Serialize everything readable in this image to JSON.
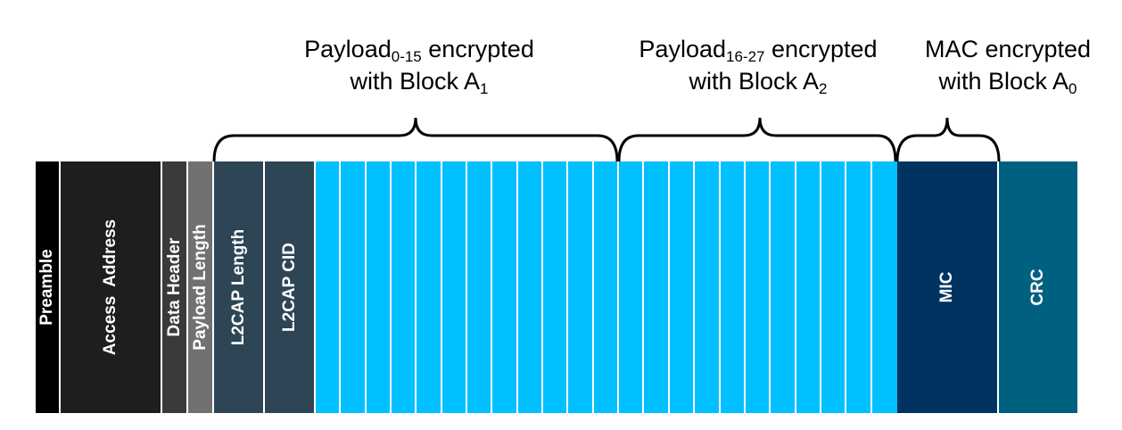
{
  "groups": [
    {
      "main": "Payload",
      "sub": "0-15",
      "after": " encrypted",
      "line2_main": "with Block A",
      "line2_sub": "1"
    },
    {
      "main": "Payload",
      "sub": "16-27",
      "after": " encrypted",
      "line2_main": "with Block A",
      "line2_sub": "2"
    },
    {
      "main": "MAC encrypted",
      "sub": "",
      "after": "",
      "line2_main": "with Block A",
      "line2_sub": "0"
    }
  ],
  "fields": [
    {
      "label": "Preamble",
      "color": "#000000"
    },
    {
      "label": "Access  Address",
      "color": "#1e1e1e"
    },
    {
      "label": "Data Header",
      "color": "#3a3a3a"
    },
    {
      "label": "Payload Length",
      "color": "#717171"
    },
    {
      "label": "L2CAP Length",
      "color": "#2d4555"
    },
    {
      "label": "L2CAP CID",
      "color": "#2d4555"
    },
    {
      "label": "MIC",
      "color": "#003360"
    },
    {
      "label": "CRC",
      "color": "#006080"
    }
  ],
  "payload_byte_color": "#00c0ff",
  "payload_byte_count": 23
}
